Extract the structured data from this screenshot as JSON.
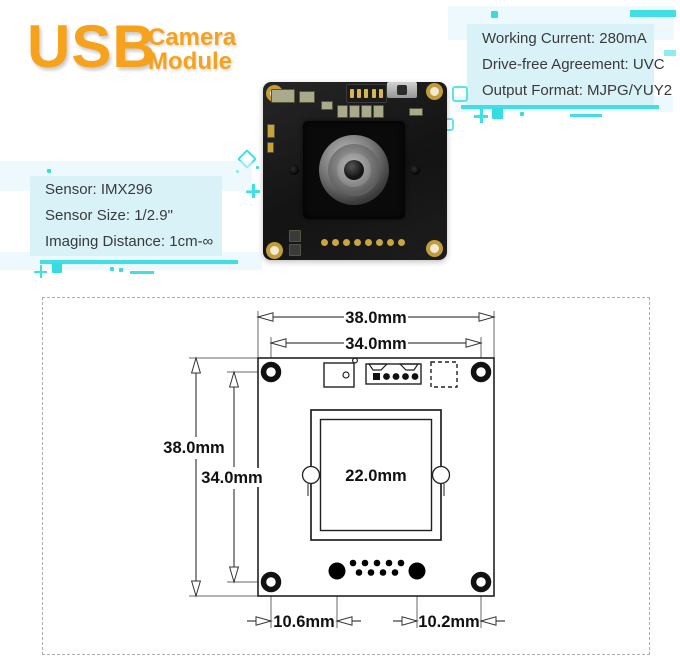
{
  "header": {
    "title": "USB",
    "subtitle": [
      "Camera",
      "Module"
    ]
  },
  "right_panel": {
    "lines": [
      "Working Current: 280mA",
      "Drive-free Agreement: UVC",
      "Output Format: MJPG/YUY2"
    ]
  },
  "left_panel": {
    "lines": [
      "Sensor: IMX296",
      "Sensor Size: 1/2.9\"",
      "Imaging Distance: 1cm-∞"
    ]
  },
  "drawing": {
    "dim_top_outer": "38.0mm",
    "dim_top_inner": "34.0mm",
    "dim_side_outer": "38.0mm",
    "dim_side_inner": "34.0mm",
    "dim_lens": "22.0mm",
    "dim_bottom_left": "10.6mm",
    "dim_bottom_right": "10.2mm"
  },
  "colors": {
    "accent_orange": "#f7a21c",
    "panel_background": "#d9f2f7",
    "accent_cyan": "#40dfe6",
    "drawing_line": "#2b2b2b"
  }
}
